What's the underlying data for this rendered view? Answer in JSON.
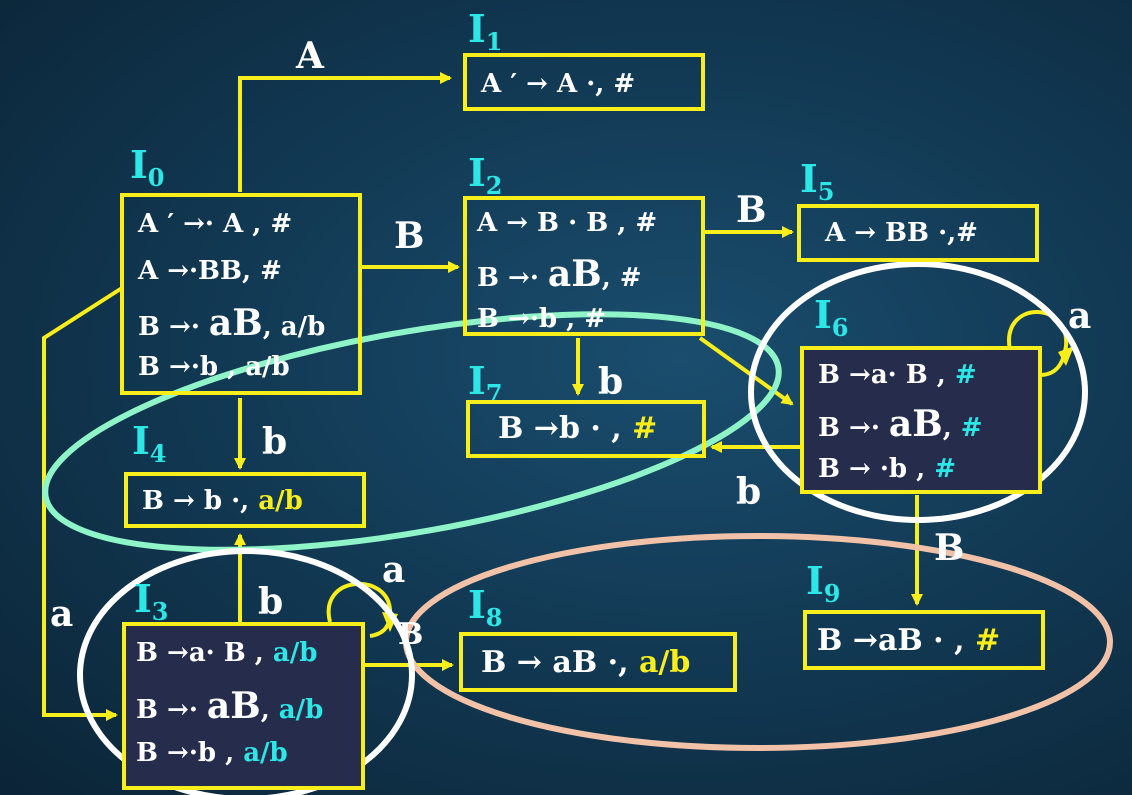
{
  "states": {
    "i0": {
      "name": "I",
      "sub": "0",
      "items": [
        "A ′ →· A , #",
        "A →·BB, #",
        "B →· ",
        "aB",
        ", a/b",
        "B →·b , a/b"
      ]
    },
    "i1": {
      "name": "I",
      "sub": "1",
      "items": [
        "A ′ → A ·, #"
      ]
    },
    "i2": {
      "name": "I",
      "sub": "2",
      "items": [
        "A → B · B , #",
        "B →· ",
        "aB",
        ", #",
        "B →·b , #"
      ]
    },
    "i3": {
      "name": "I",
      "sub": "3",
      "items": [
        "B →a· B , ",
        "a/b",
        "B →· ",
        "aB",
        ", ",
        "a/b",
        "B →·b , ",
        "a/b"
      ]
    },
    "i4": {
      "name": "I",
      "sub": "4",
      "items": [
        "B → b ·, ",
        "a/b"
      ]
    },
    "i5": {
      "name": "I",
      "sub": "5",
      "items": [
        "A → BB ·,#"
      ]
    },
    "i6": {
      "name": "I",
      "sub": "6",
      "items": [
        "B →a· B , ",
        "#",
        "B →· ",
        "aB",
        ", ",
        "#",
        "B → ·b , ",
        "#"
      ]
    },
    "i7": {
      "name": "I",
      "sub": "7",
      "items": [
        "B →b · , ",
        "#"
      ]
    },
    "i8": {
      "name": "I",
      "sub": "8",
      "items": [
        "B → aB ·, ",
        "a/b"
      ]
    },
    "i9": {
      "name": "I",
      "sub": "9",
      "items": [
        "B →aB · , ",
        "#"
      ]
    }
  },
  "transitions": {
    "i0_i1": "A",
    "i0_i2": "B",
    "i0_i4": "b",
    "i0_i3": "a",
    "i2_i5": "B",
    "i2_i7": "b",
    "i6_self": "a",
    "i6_i7": "b",
    "i6_i9": "B",
    "i3_self": "a",
    "i3_i4": "b",
    "i3_i8": "B"
  },
  "colors": {
    "box_border": "#f7ee1c",
    "arrow": "#f7ee1c",
    "state_label": "#2de6e6",
    "ellipse_green": "#8ff5c8",
    "ellipse_white": "#ffffff",
    "ellipse_peach": "#f2c2a8",
    "dark_box_fill": "#262d4c"
  }
}
